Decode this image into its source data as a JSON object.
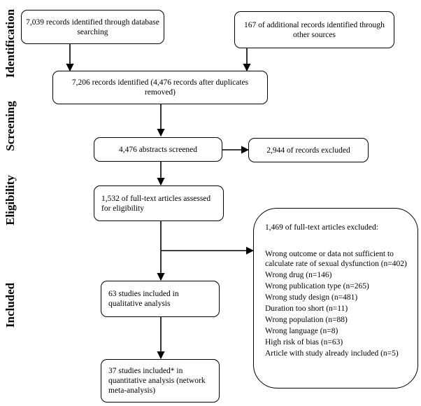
{
  "stages": [
    "Identification",
    "Screening",
    "Eligibility",
    "Included"
  ],
  "boxes": {
    "database": "7,039 records identified through database searching",
    "other_sources": "167 of additional records identified through other sources",
    "identified": "7,206 records identified (4,476 records after duplicates removed)",
    "screened": "4,476 abstracts screened",
    "excluded": "2,944 of records excluded",
    "fulltext": "1,532 of full-text articles assessed for eligibility",
    "qualitative": "63 studies included in qualitative analysis",
    "quantitative": "37 studies included* in quantitative analysis (network meta-analysis)"
  },
  "fulltext_excluded": {
    "heading": "1,469 of full-text articles excluded:",
    "reasons": [
      "Wrong outcome or data not sufficient to calculate rate of sexual dysfunction (n=402)",
      "Wrong drug (n=146)",
      "Wrong publication type (n=265)",
      "Wrong study design (n=481)",
      "Duration too short (n=11)",
      "Wrong population (n=88)",
      "Wrong language (n=8)",
      "High risk of bias (n=63)",
      "Article with study already included (n=5)"
    ]
  }
}
